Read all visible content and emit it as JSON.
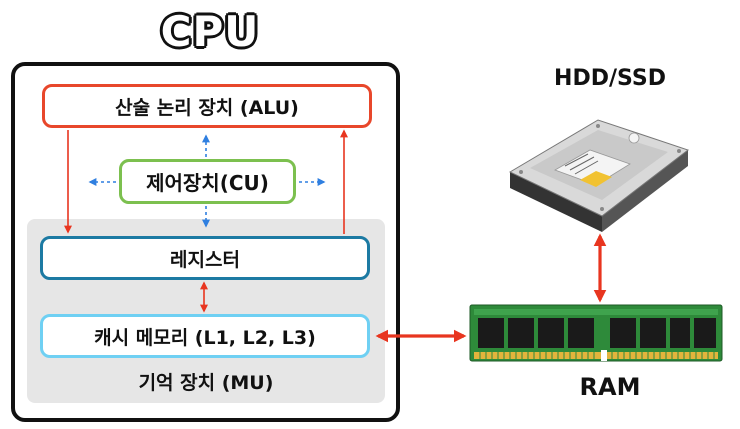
{
  "cpu": {
    "title": "CPU"
  },
  "alu": {
    "label": "산술 논리 장치 (ALU)"
  },
  "cu": {
    "label": "제어장치(CU)"
  },
  "register": {
    "label": "레지스터"
  },
  "cache": {
    "label": "캐시 메모리 (L1, L2, L3)"
  },
  "mu": {
    "label": "기억 장치 (MU)"
  },
  "storage": {
    "label": "HDD/SSD"
  },
  "ram": {
    "label": "RAM"
  },
  "colors": {
    "alu_border": "#e8472b",
    "cu_border": "#7cc04f",
    "register_border": "#1c7aa3",
    "cache_border": "#6fd0f3",
    "arrow_red": "#e8351f",
    "arrow_blue": "#2f7fe0"
  }
}
